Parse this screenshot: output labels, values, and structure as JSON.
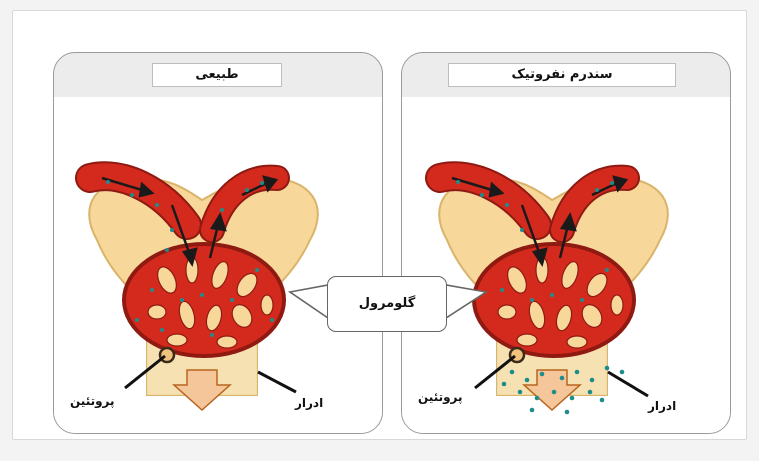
{
  "panels": {
    "left_title": "طبیعی",
    "right_title": "سندرم نفروتیک"
  },
  "labels": {
    "glomerulus": "گلومرول",
    "protein_left": "پروتئین",
    "urine_left": "ادرار",
    "protein_right": "پروتئین",
    "urine_right": "ادرار"
  },
  "colors": {
    "vessel": "#d42a1e",
    "vessel_dark": "#8e1a12",
    "capsule": "#f7d89a",
    "protein_dot": "#1f8c8c",
    "arrow_fill": "#f5c69a",
    "arrow_stroke": "#b8651e"
  }
}
